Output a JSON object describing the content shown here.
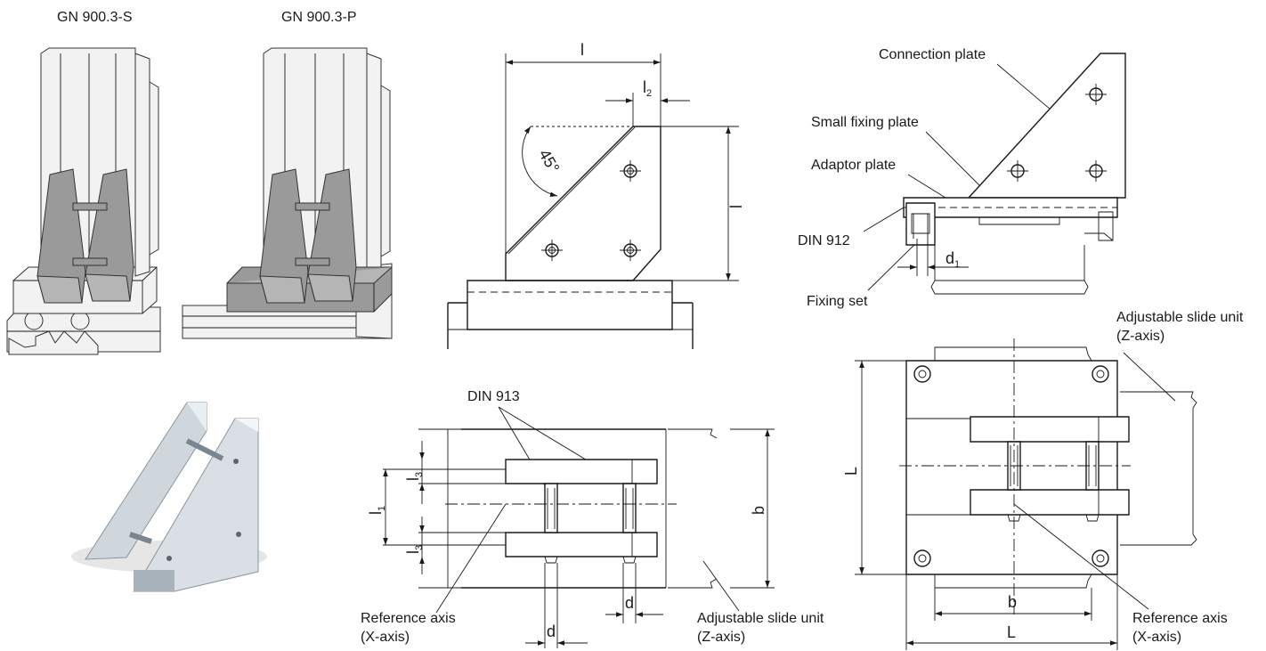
{
  "products": {
    "variant_s": "GN 900.3-S",
    "variant_p": "GN 900.3-P"
  },
  "side_view": {
    "dim_l_top": "l",
    "dim_l2_main": "l",
    "dim_l2_sub": "2",
    "dim_l_right": "l",
    "angle": "45°"
  },
  "top_view_left": {
    "din913": "DIN 913",
    "dim_l1_main": "l",
    "dim_l1_sub": "1",
    "dim_l3a_main": "l",
    "dim_l3a_sub": "3",
    "dim_l3b_main": "l",
    "dim_l3b_sub": "3",
    "dim_b": "b",
    "dim_d1": "d",
    "dim_d2": "d",
    "ref_axis_line1": "Reference axis",
    "ref_axis_line2": "(X-axis)",
    "slide_line1": "Adjustable slide unit",
    "slide_line2": "(Z-axis)"
  },
  "assembly_view": {
    "connection_plate": "Connection plate",
    "small_fixing_plate": "Small fixing plate",
    "adaptor_plate": "Adaptor plate",
    "din912": "DIN 912",
    "fixing_set": "Fixing set",
    "dim_d1_main": "d",
    "dim_d1_sub": "1"
  },
  "top_view_right": {
    "slide_line1": "Adjustable slide unit",
    "slide_line2": "(Z-axis)",
    "dim_L_left": "L",
    "dim_b": "b",
    "dim_L_bottom": "L",
    "ref_axis_line1": "Reference axis",
    "ref_axis_line2": "(X-axis)"
  }
}
